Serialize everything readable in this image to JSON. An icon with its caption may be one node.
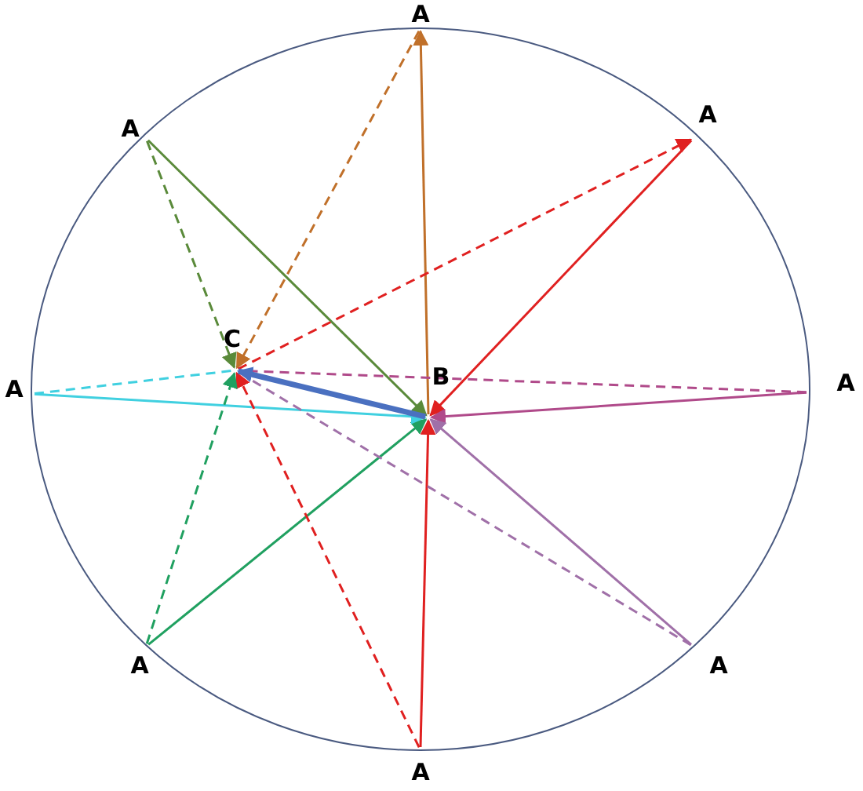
{
  "diagram": {
    "nodes": [
      {
        "text": [
          "A"
        ]
      },
      {
        "text": [
          "A"
        ]
      },
      {
        "text": [
          "A"
        ]
      },
      {
        "text": [
          "A"
        ]
      },
      {
        "text": [
          "A"
        ]
      },
      {
        "text": [
          "A"
        ]
      },
      {
        "text": [
          "A"
        ]
      },
      {
        "text": [
          "A"
        ]
      },
      {
        "text": [
          "B"
        ]
      },
      {
        "text": [
          "C"
        ]
      }
    ],
    "edges": [
      {
        "from": 8,
        "to": 0,
        "arrow": "to",
        "color": "#c0702a"
      },
      {
        "from": 1,
        "to": 8,
        "arrow": "to",
        "color": "#e02020"
      },
      {
        "from": 2,
        "to": 8,
        "arrow": "to",
        "color": "#b04a8a"
      },
      {
        "from": 3,
        "to": 8,
        "arrow": "to",
        "color": "#a070a8"
      },
      {
        "from": 4,
        "to": 8,
        "arrow": "to",
        "color": "#e02020"
      },
      {
        "from": 5,
        "to": 8,
        "arrow": "to",
        "color": "#20a060"
      },
      {
        "from": 6,
        "to": 8,
        "arrow": "to",
        "color": "#40d0e0"
      },
      {
        "from": 7,
        "to": 8,
        "arrow": "to",
        "color": "#5a8a3a"
      },
      {
        "from": 0,
        "to": 9,
        "arrow": "to",
        "style": "dashed",
        "color": "#c0702a"
      },
      {
        "from": 9,
        "to": 1,
        "arrow": "to",
        "style": "dashed",
        "color": "#e02020"
      },
      {
        "from": 2,
        "to": 9,
        "arrow": "none",
        "style": "dashed",
        "color": "#b04a8a"
      },
      {
        "from": 3,
        "to": 9,
        "arrow": "none",
        "style": "dashed",
        "color": "#a070a8"
      },
      {
        "from": 4,
        "to": 9,
        "arrow": "to",
        "style": "dashed",
        "color": "#e02020"
      },
      {
        "from": 5,
        "to": 9,
        "arrow": "to",
        "style": "dashed",
        "color": "#20a060"
      },
      {
        "from": 6,
        "to": 9,
        "arrow": "none",
        "style": "dashed",
        "color": "#40d0e0"
      },
      {
        "from": 7,
        "to": 9,
        "arrow": "to",
        "style": "dashed",
        "color": "#5a8a3a"
      },
      {
        "from": 8,
        "to": 9,
        "arrow": "to",
        "style": "thick",
        "color": "#4a70c0"
      }
    ]
  }
}
